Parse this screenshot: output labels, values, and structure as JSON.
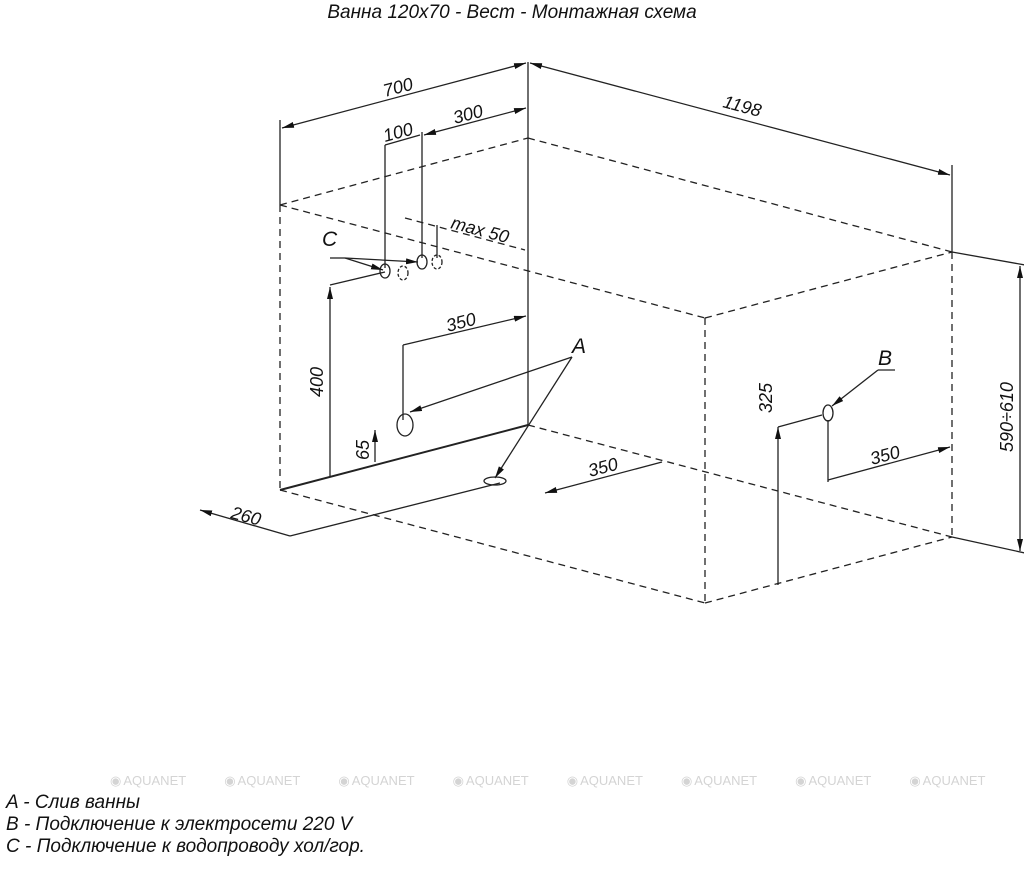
{
  "title": "Ванна 120x70 - Вест - Монтажная схема",
  "dimensions": {
    "width": "700",
    "length": "1198",
    "pipe_offset": "300",
    "pipe_spacing": "100",
    "max_protrusion": "max  50",
    "pipe_height": "400",
    "wall_drain_offset": "350",
    "wall_drain_height": "65",
    "floor_drain_offset": "350",
    "floor_drain_from_wall": "260",
    "power_height": "325",
    "power_offset": "350",
    "tub_height": "590÷610"
  },
  "markers": {
    "a": "A",
    "b": "B",
    "c": "C"
  },
  "legend": [
    "A - Слив ванны",
    "B - Подключение к электросети 220 V",
    "C - Подключение к водопроводу хол/гор."
  ],
  "watermark": "AQUANET"
}
